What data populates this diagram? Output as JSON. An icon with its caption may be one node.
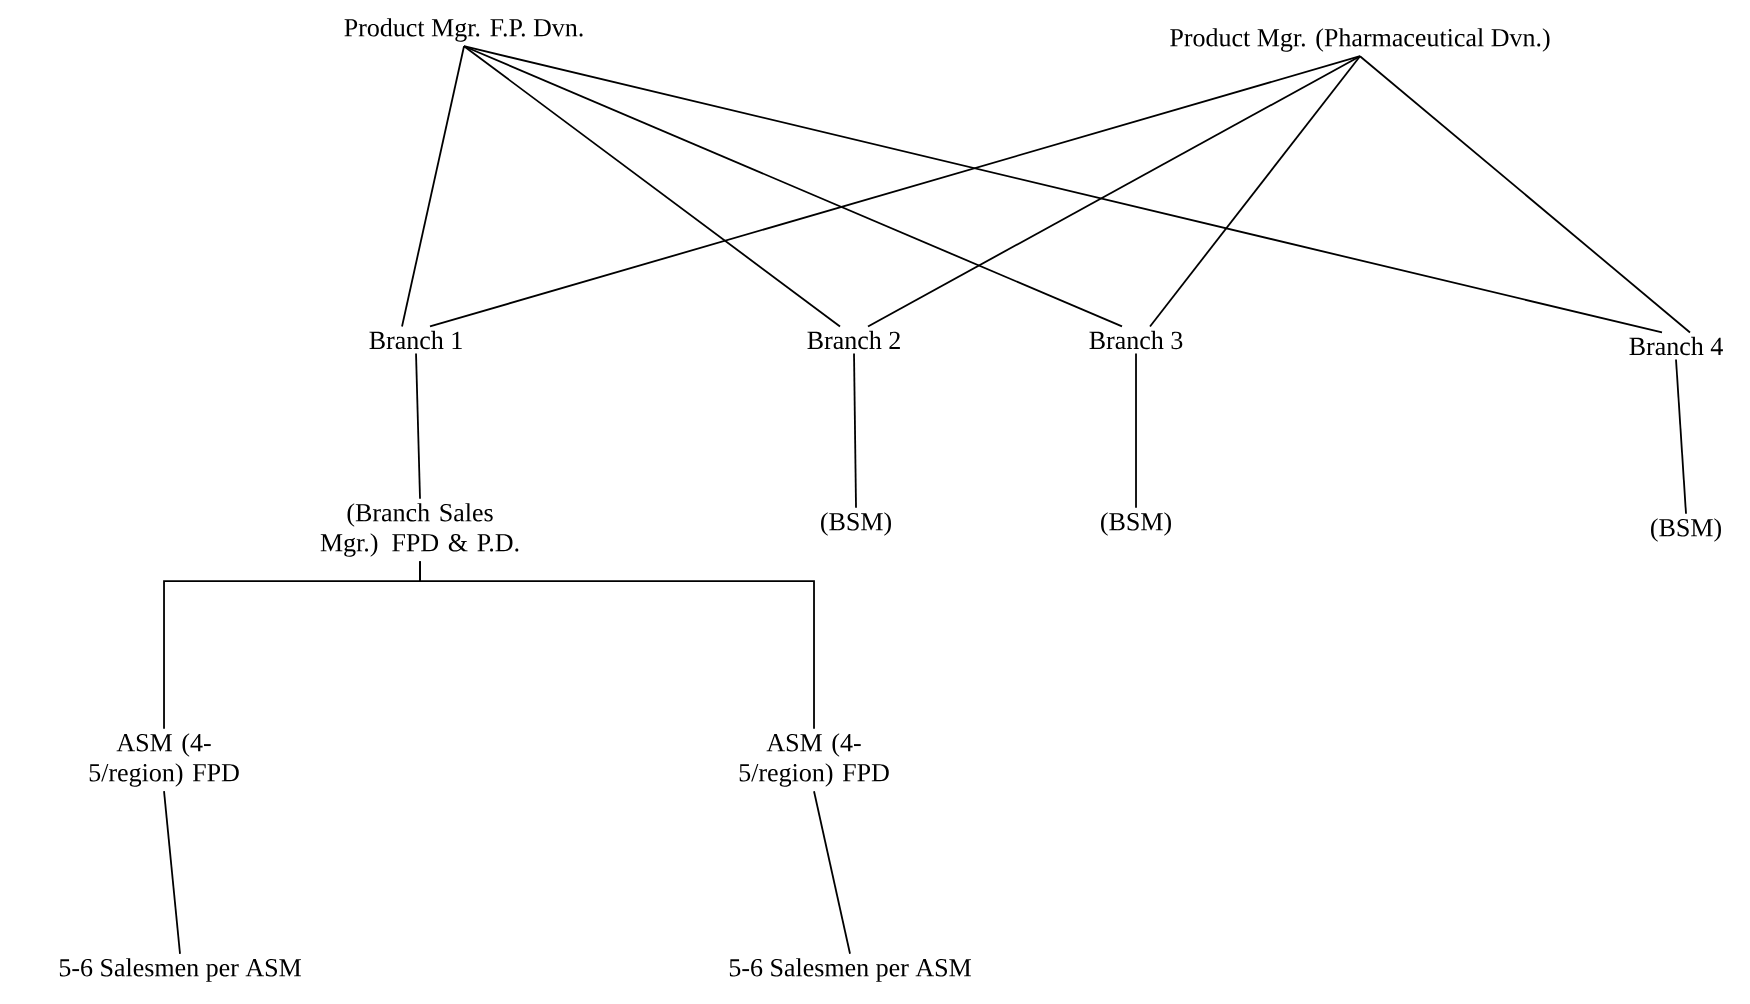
{
  "diagram": {
    "nodes": [
      {
        "text": [
          "Product Mgr. F.P. Dvn."
        ]
      },
      {
        "text": [
          "Product Mgr. (Pharmaceutical Dvn.)"
        ]
      },
      {
        "text": [
          "Branch 1"
        ]
      },
      {
        "text": [
          "Branch 2"
        ]
      },
      {
        "text": [
          "Branch 3"
        ]
      },
      {
        "text": [
          "Branch 4"
        ]
      },
      {
        "text": [
          "(Branch Sales Mgr.) FPD & P.D."
        ]
      },
      {
        "text": [
          "(BSM)"
        ]
      },
      {
        "text": [
          "(BSM)"
        ]
      },
      {
        "text": [
          "(BSM)"
        ]
      },
      {
        "text": [
          "ASM (4-5/region) FPD"
        ]
      },
      {
        "text": [
          "ASM (4-5/region) FPD"
        ]
      },
      {
        "text": [
          "5-6 Salesmen per ASM"
        ]
      },
      {
        "text": [
          "5-6 Salesmen per ASM"
        ]
      }
    ],
    "edges": [
      {
        "from": 0,
        "to": 2,
        "arrow": "none"
      },
      {
        "from": 0,
        "to": 3,
        "arrow": "none"
      },
      {
        "from": 0,
        "to": 4,
        "arrow": "none"
      },
      {
        "from": 0,
        "to": 5,
        "arrow": "none"
      },
      {
        "from": 1,
        "to": 2,
        "arrow": "none"
      },
      {
        "from": 1,
        "to": 3,
        "arrow": "none"
      },
      {
        "from": 1,
        "to": 4,
        "arrow": "none"
      },
      {
        "from": 1,
        "to": 5,
        "arrow": "none"
      },
      {
        "from": 2,
        "to": 6,
        "arrow": "none"
      },
      {
        "from": 3,
        "to": 7,
        "arrow": "none"
      },
      {
        "from": 4,
        "to": 8,
        "arrow": "none"
      },
      {
        "from": 5,
        "to": 9,
        "arrow": "none"
      },
      {
        "from": 6,
        "to": 10,
        "arrow": "none"
      },
      {
        "from": 6,
        "to": 11,
        "arrow": "none"
      },
      {
        "from": 10,
        "to": 12,
        "arrow": "none"
      },
      {
        "from": 11,
        "to": 13,
        "arrow": "none"
      }
    ]
  }
}
